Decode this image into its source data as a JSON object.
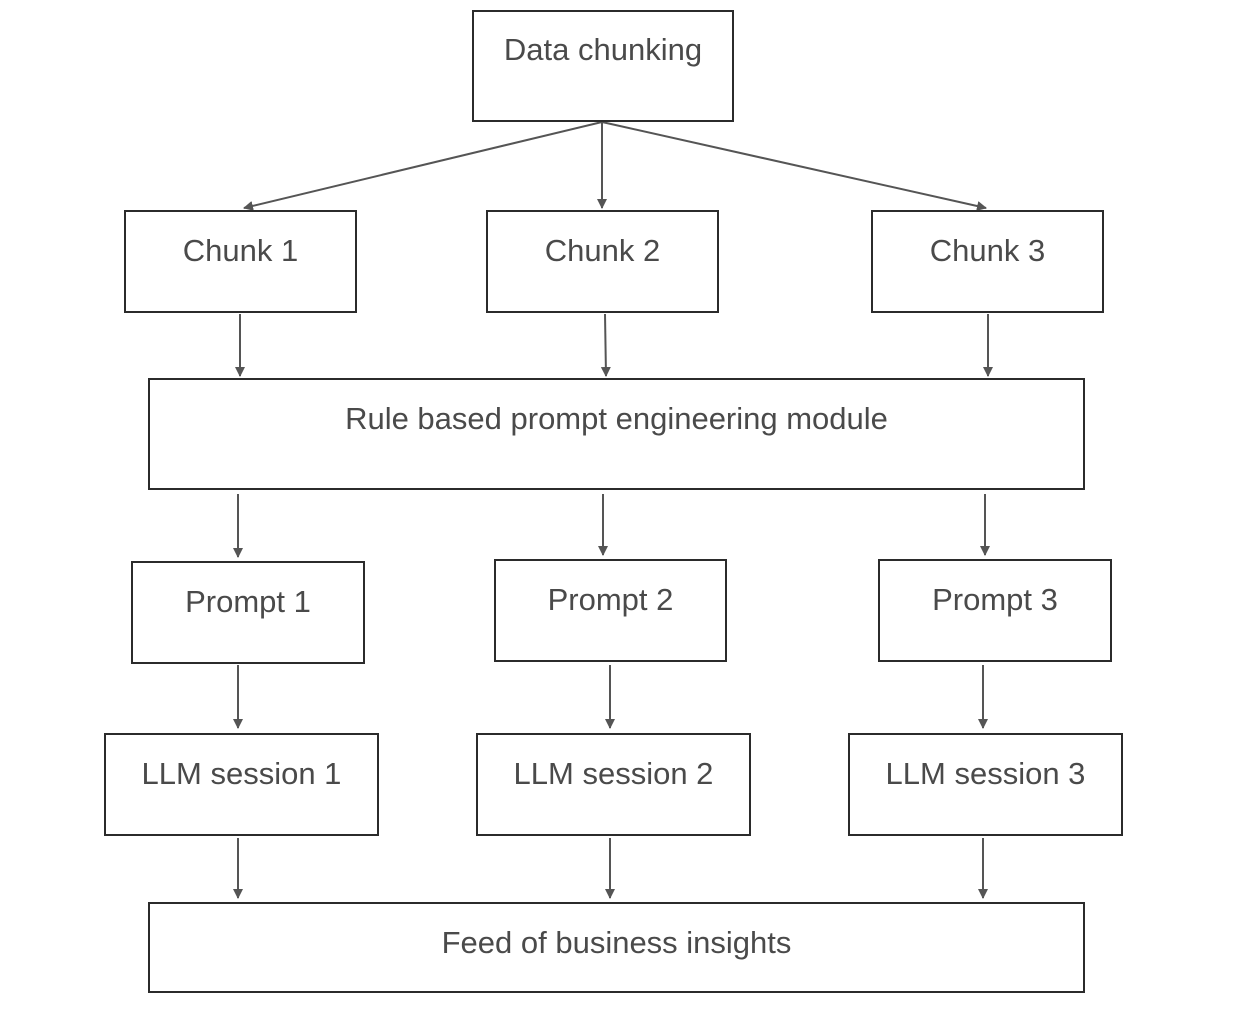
{
  "diagram": {
    "data_chunking": "Data chunking",
    "chunks": [
      "Chunk 1",
      "Chunk 2",
      "Chunk 3"
    ],
    "rule_module": "Rule based prompt engineering module",
    "prompts": [
      "Prompt 1",
      "Prompt 2",
      "Prompt 3"
    ],
    "llm_sessions": [
      "LLM session 1",
      "LLM session 2",
      "LLM session 3"
    ],
    "feed": "Feed of business insights",
    "colors": {
      "border": "#2b2b2b",
      "text": "#4a4a4a",
      "arrow": "#555555",
      "background": "#ffffff"
    }
  }
}
